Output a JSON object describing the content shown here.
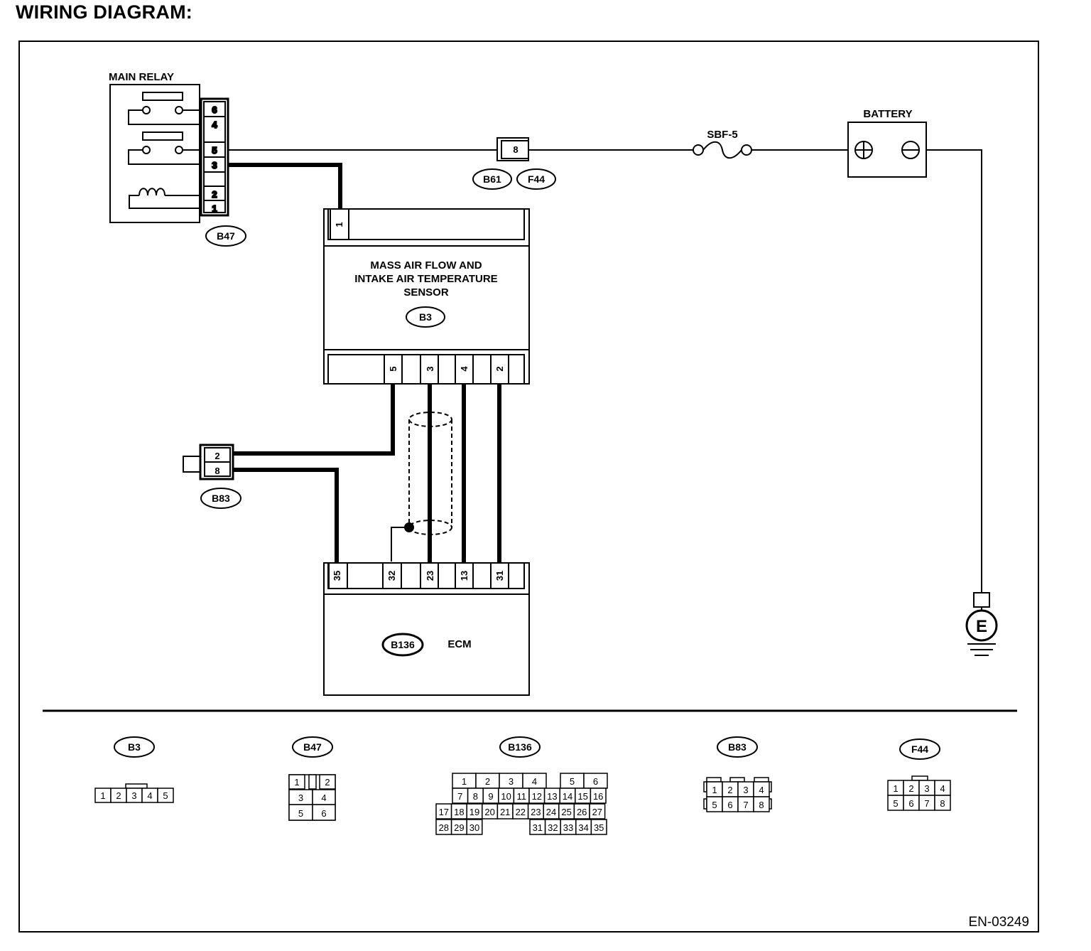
{
  "title": "WIRING DIAGRAM:",
  "figure_id": "EN-03249",
  "components": {
    "main_relay": {
      "label": "MAIN RELAY",
      "connector": "B47",
      "pins": [
        "6",
        "4",
        "5",
        "3",
        "2",
        "1"
      ]
    },
    "sensor": {
      "label_lines": [
        "MASS AIR FLOW AND",
        "INTAKE AIR TEMPERATURE",
        "SENSOR"
      ],
      "connector": "B3",
      "top_pin": "1",
      "bottom_pins": [
        "5",
        "3",
        "4",
        "2"
      ]
    },
    "joint_connector": {
      "pin": "8",
      "connectors": [
        "B61",
        "F44"
      ]
    },
    "fuse": {
      "label": "SBF-5"
    },
    "battery": {
      "label": "BATTERY"
    },
    "b83_connector": {
      "connector": "B83",
      "pins": [
        "2",
        "8"
      ]
    },
    "ecm": {
      "label": "ECM",
      "connector": "B136",
      "pins": [
        "35",
        "32",
        "23",
        "13",
        "31"
      ]
    },
    "ground": {
      "label": "E"
    }
  },
  "connector_views": [
    {
      "name": "B3",
      "rows": [
        [
          "1",
          "2",
          "3",
          "4",
          "5"
        ]
      ]
    },
    {
      "name": "B47",
      "rows": [
        [
          "1",
          "2"
        ],
        [
          "3",
          "4"
        ],
        [
          "5",
          "6"
        ]
      ]
    },
    {
      "name": "B136",
      "rows": [
        [
          "1",
          "2",
          "3",
          "4",
          "5",
          "6"
        ],
        [
          "7",
          "8",
          "9",
          "10",
          "11",
          "12",
          "13",
          "14",
          "15",
          "16"
        ],
        [
          "17",
          "18",
          "19",
          "20",
          "21",
          "22",
          "23",
          "24",
          "25",
          "26",
          "27"
        ],
        [
          "28",
          "29",
          "30",
          "31",
          "32",
          "33",
          "34",
          "35"
        ]
      ]
    },
    {
      "name": "B83",
      "rows": [
        [
          "1",
          "2",
          "3",
          "4"
        ],
        [
          "5",
          "6",
          "7",
          "8"
        ]
      ]
    },
    {
      "name": "F44",
      "rows": [
        [
          "1",
          "2",
          "3",
          "4"
        ],
        [
          "5",
          "6",
          "7",
          "8"
        ]
      ]
    }
  ]
}
